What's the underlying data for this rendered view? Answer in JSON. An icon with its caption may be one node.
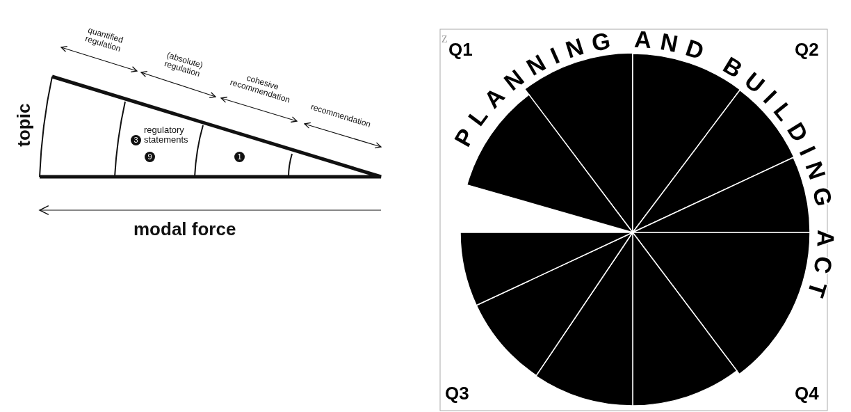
{
  "diagram": {
    "labels": [
      "quantified regulation",
      "(absolute) regulation",
      "cohesive recommendation",
      "recommendation",
      "topic",
      "regulatory statements",
      "3",
      "9",
      "1",
      "modal force",
      "Z",
      "Q1",
      "PLANNING AND BUILDING ACT",
      "Q2",
      "Q3",
      "Q4"
    ]
  }
}
